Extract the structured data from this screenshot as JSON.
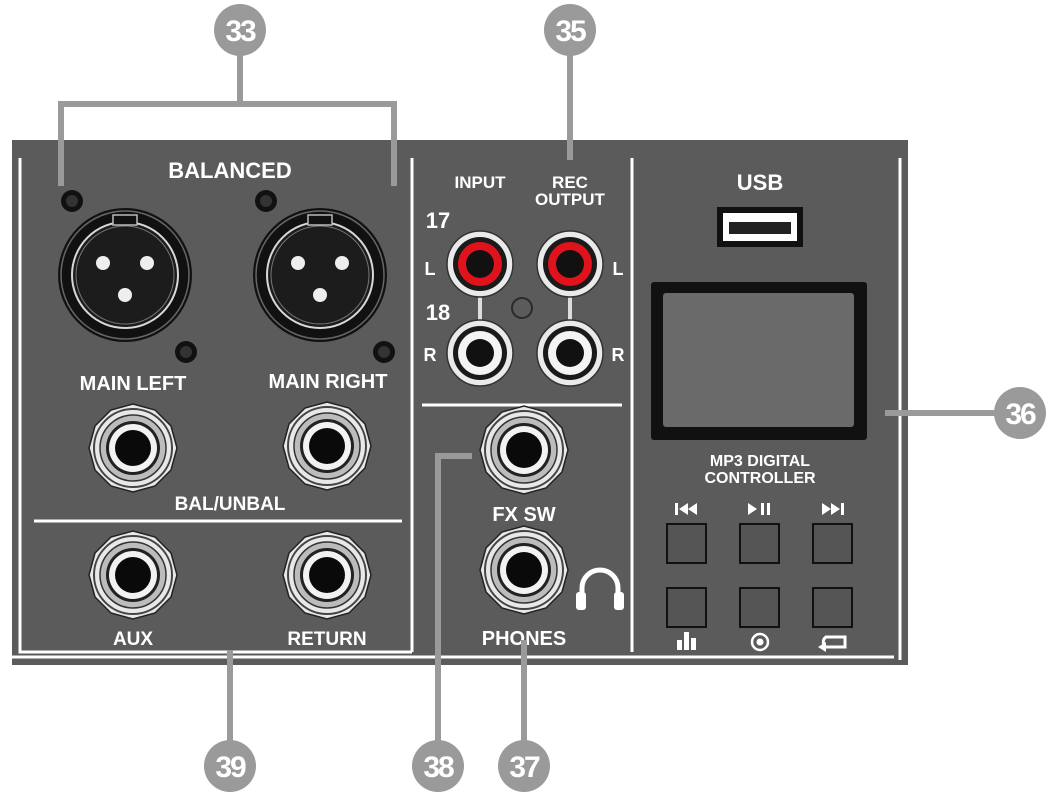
{
  "callouts": {
    "c33": "33",
    "c35": "35",
    "c36": "36",
    "c37": "37",
    "c38": "38",
    "c39": "39"
  },
  "labels": {
    "balanced": "BALANCED",
    "main_left": "MAIN LEFT",
    "main_right": "MAIN RIGHT",
    "bal_unbal": "BAL/UNBAL",
    "aux": "AUX",
    "return": "RETURN",
    "input": "INPUT",
    "rec": "REC",
    "output": "OUTPUT",
    "ch17": "17",
    "ch18": "18",
    "l": "L",
    "r": "R",
    "fx_sw": "FX SW",
    "phones": "PHONES",
    "usb": "USB",
    "mp3_line1": "MP3 DIGITAL",
    "mp3_line2": "CONTROLLER"
  },
  "colors": {
    "panel": "#5b5b5b",
    "callout": "#9a9a9a",
    "rca_red": "#e0121c",
    "text": "#ffffff"
  },
  "icons": {
    "prev": "skip-back-icon",
    "play_pause": "play-pause-icon",
    "next": "skip-forward-icon",
    "eq": "equalizer-icon",
    "record": "record-icon",
    "repeat": "repeat-icon",
    "headphones": "headphones-icon"
  }
}
